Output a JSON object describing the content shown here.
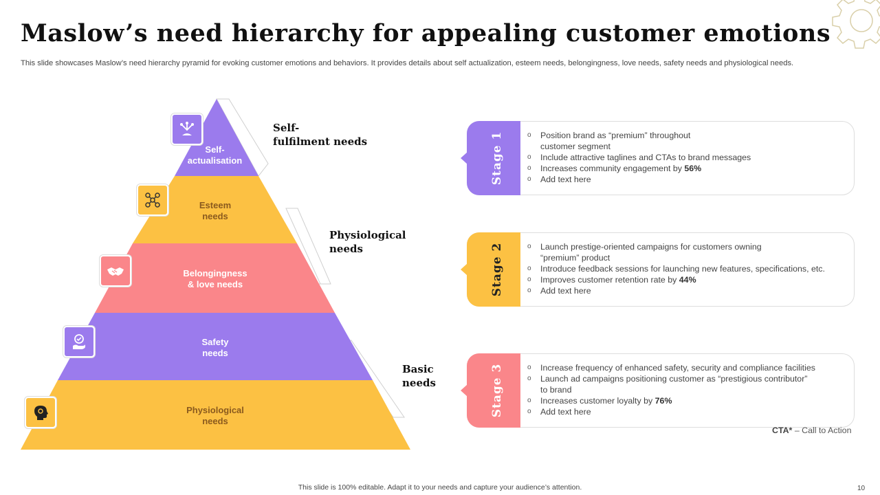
{
  "slide": {
    "title": "Maslow’s need hierarchy for appealing customer emotions",
    "subtitle": "This slide showcases Maslow’s need hierarchy pyramid for evoking customer emotions and behaviors. It provides details about self actualization, esteem needs, belongingness, love needs, safety needs and physiological needs.",
    "footnote_term": "CTA*",
    "footnote_def": " – Call to Action",
    "footer": "This slide is 100% editable.  Adapt it to your needs and capture your audience’s attention.",
    "page_number": "10"
  },
  "colors": {
    "purple": "#9B7BED",
    "yellow": "#FCC143",
    "pink": "#FA868A"
  },
  "pyramid": {
    "layers": [
      {
        "label_line1": "Self-",
        "label_line2": "actualisation",
        "color": "#9B7BED",
        "icon": "hand-holding-star-icon"
      },
      {
        "label_line1": "Esteem",
        "label_line2": "needs",
        "color": "#FCC143",
        "icon": "network-nodes-icon"
      },
      {
        "label_line1": "Belongingness",
        "label_line2": "& love needs",
        "color": "#FA868A",
        "icon": "handshake-icon"
      },
      {
        "label_line1": "Safety",
        "label_line2": "needs",
        "color": "#9B7BED",
        "icon": "hand-shield-icon"
      },
      {
        "label_line1": "Physiological",
        "label_line2": "needs",
        "color": "#FCC143",
        "icon": "head-profile-icon"
      }
    ],
    "groups": [
      {
        "line1": "Self-",
        "line2": "fulfilment needs"
      },
      {
        "line1": "Physiological",
        "line2": "needs"
      },
      {
        "line1": "Basic",
        "line2": "needs"
      }
    ]
  },
  "stages": [
    {
      "label": "Stage 1",
      "color": "#9B7BED",
      "bullets": [
        {
          "text": "Position brand as “premium” throughout",
          "bold": ""
        },
        {
          "text": "customer segment",
          "bold": "",
          "continuation": true
        },
        {
          "text": "Include attractive taglines and CTAs to brand messages",
          "bold": ""
        },
        {
          "text": "Increases community engagement  by ",
          "bold": "56%"
        },
        {
          "text": "Add text here",
          "bold": ""
        }
      ]
    },
    {
      "label": "Stage 2",
      "color": "#FCC143",
      "bullets": [
        {
          "text": "Launch prestige-oriented  campaigns for customers owning",
          "bold": ""
        },
        {
          "text": "“premium”  product",
          "bold": "",
          "continuation": true
        },
        {
          "text": "Introduce feedback sessions for launching new features, specifications, etc.",
          "bold": ""
        },
        {
          "text": "Improves  customer retention rate by ",
          "bold": "44%"
        },
        {
          "text": "Add text here",
          "bold": ""
        }
      ]
    },
    {
      "label": "Stage 3",
      "color": "#FA868A",
      "bullets": [
        {
          "text": "Increase frequency  of enhanced safety, security and compliance facilities",
          "bold": ""
        },
        {
          "text": "Launch ad campaigns positioning customer as “prestigious contributor”",
          "bold": ""
        },
        {
          "text": "to brand",
          "bold": "",
          "continuation": true
        },
        {
          "text": "Increases customer loyalty by ",
          "bold": "76%"
        },
        {
          "text": "Add text here",
          "bold": ""
        }
      ]
    }
  ]
}
